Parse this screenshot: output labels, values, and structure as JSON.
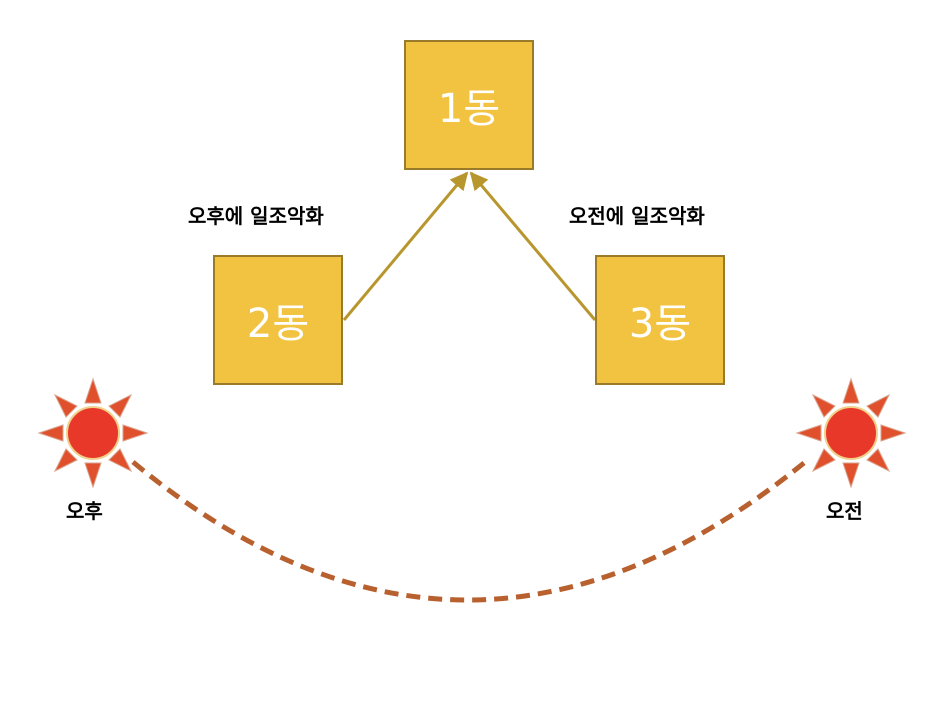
{
  "buildings": {
    "b1": "1동",
    "b2": "2동",
    "b3": "3동"
  },
  "notes": {
    "left": "오후에 일조악화",
    "right": "오전에 일조악화"
  },
  "suns": {
    "left": "오후",
    "right": "오전"
  },
  "colors": {
    "building_fill": "#f2c241",
    "building_border": "#9a7b2a",
    "arrow": "#b8962e",
    "sun_core": "#e8382a",
    "sun_ray": "#e0502c",
    "arc": "#b8602e"
  }
}
